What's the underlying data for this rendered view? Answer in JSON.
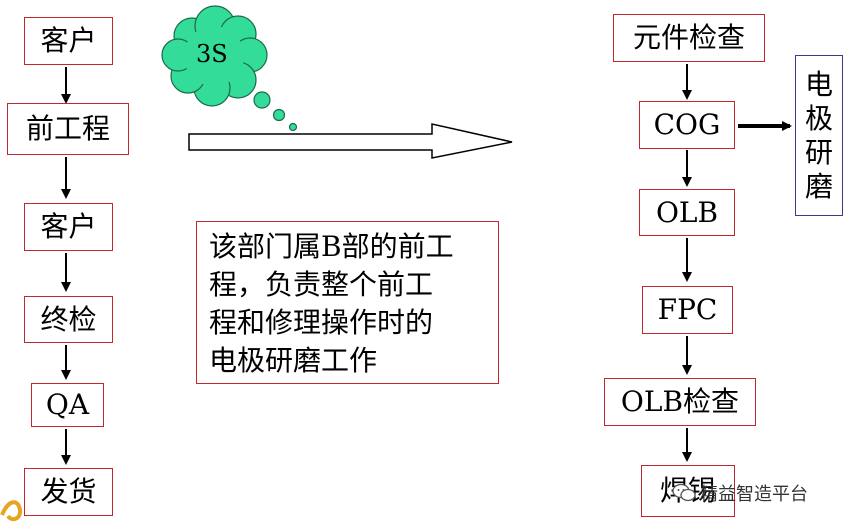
{
  "left_flow": [
    "客户",
    "前工程",
    "客户",
    "终检",
    "QA",
    "发货"
  ],
  "right_flow": [
    "元件检查",
    "COG",
    "OLB",
    "FPC",
    "OLB检查",
    "焊锡"
  ],
  "side_box_chars": [
    "电",
    "极",
    "研",
    "磨"
  ],
  "cloud_label": "3S",
  "description_lines": [
    "该部门属B部的前工",
    "程，负责整个前工",
    "程和修理操作时的",
    "电极研磨工作"
  ],
  "watermark": "精益智造平台",
  "icons": [
    "wechat-icon",
    "decorative-swirl"
  ],
  "colors": {
    "box_border": "#c0282d",
    "side_box_border": "#3a3a8c",
    "cloud_fill": "#33dd99",
    "arrow": "#000000"
  }
}
